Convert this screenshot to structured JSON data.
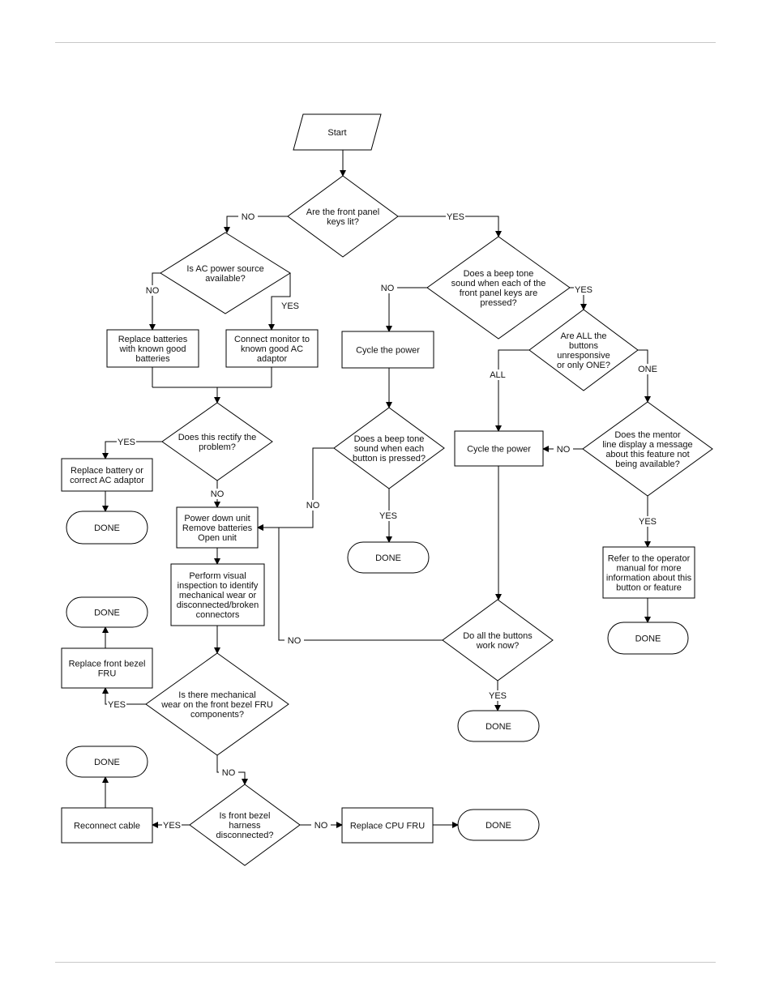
{
  "nodes": {
    "start": [
      "Start"
    ],
    "keys_lit": [
      "Are the front panel",
      "keys lit?"
    ],
    "ac_power": [
      "Is AC power source",
      "available?"
    ],
    "beep_each": [
      "Does a beep tone",
      "sound when each of the",
      "front panel keys are",
      "pressed?"
    ],
    "replace_batteries": [
      "Replace batteries",
      "with known good",
      "batteries"
    ],
    "connect_monitor": [
      "Connect monitor to",
      "known good AC",
      "adaptor"
    ],
    "cycle_power_1": [
      "Cycle the power"
    ],
    "all_or_one": [
      "Are ALL the",
      "buttons",
      "unresponsive",
      "or only ONE?"
    ],
    "rectify": [
      "Does this rectify the",
      "problem?"
    ],
    "beep_each_button": [
      "Does a beep tone",
      "sound when each",
      "button is pressed?"
    ],
    "cycle_power_2": [
      "Cycle the power"
    ],
    "mentor_display": [
      "Does the mentor",
      "line display a message",
      "about this feature not",
      "being available?"
    ],
    "replace_battery_ac": [
      "Replace battery or",
      "correct AC adaptor"
    ],
    "done_1": [
      "DONE"
    ],
    "power_down": [
      "Power down unit",
      "Remove batteries",
      "Open unit"
    ],
    "done_2": [
      "DONE"
    ],
    "refer_manual": [
      "Refer to the operator",
      "manual for more",
      "information about this",
      "button or feature"
    ],
    "visual_inspection": [
      "Perform visual",
      "inspection to identify",
      "mechanical wear or",
      "disconnected/broken",
      "connectors"
    ],
    "done_3": [
      "DONE"
    ],
    "done_4": [
      "DONE"
    ],
    "buttons_work": [
      "Do all the buttons",
      "work now?"
    ],
    "replace_bezel": [
      "Replace front bezel",
      "FRU"
    ],
    "mech_wear": [
      "Is there mechanical",
      "wear on the front bezel FRU",
      "components?"
    ],
    "done_5": [
      "DONE"
    ],
    "done_6": [
      "DONE"
    ],
    "harness": [
      "Is front bezel",
      "harness",
      "disconnected?"
    ],
    "reconnect_cable": [
      "Reconnect cable"
    ],
    "replace_cpu": [
      "Replace CPU FRU"
    ],
    "done_7": [
      "DONE"
    ]
  },
  "edge_labels": {
    "keys_no": "NO",
    "keys_yes": "YES",
    "ac_no": "NO",
    "ac_yes": "YES",
    "beep_no": "NO",
    "beep_yes": "YES",
    "all": "ALL",
    "one": "ONE",
    "rectify_yes": "YES",
    "rectify_no": "NO",
    "beep_button_no": "NO",
    "beep_button_yes": "YES",
    "mentor_no": "NO",
    "mentor_yes": "YES",
    "work_no": "NO",
    "work_yes": "YES",
    "wear_yes": "YES",
    "wear_no": "NO",
    "harness_yes": "YES",
    "harness_no": "NO"
  },
  "colors": {
    "stroke": "#000000",
    "text": "#111111",
    "background": "#ffffff",
    "rule": "#c8c8c8"
  }
}
